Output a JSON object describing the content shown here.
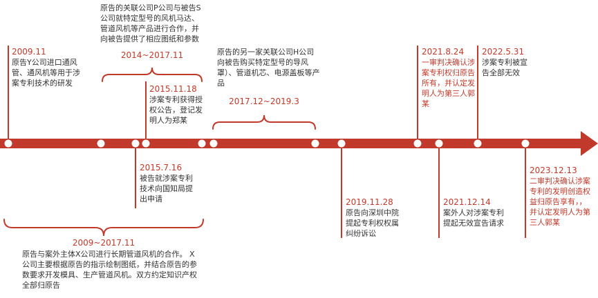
{
  "colors": {
    "timeline": "#c0392b",
    "text": "#333333",
    "accent": "#c0392b",
    "dot": "#ffffff"
  },
  "events": {
    "e2009_11": {
      "date": "2009.11",
      "text": "原告Y公司进口通风管、通风机等用于涉案专利技术的研发"
    },
    "e2014_2017": {
      "date": "2014~2017.11",
      "text": "原告的关联公司P公司与被告S公司就特定型号的风机马达、管道风机等产品进行合作，并向被告提供了相应图纸和参数"
    },
    "e2015_11_18": {
      "date": "2015.11.18",
      "text": "涉案专利获得授权公告，登记发明人为郑某"
    },
    "e2017_2019": {
      "date": "2017.12~2019.3",
      "text": "原告的另一家关联公司H公司向被告购买特定型号的导风罩）、管道机芯、电源盖板等产品"
    },
    "e2021_8_24": {
      "date": "2021.8.24",
      "text": "一审判决确认涉案专利权归原告所有，并认定发明人为第三人郭某"
    },
    "e2022_5_31": {
      "date": "2022.5.31",
      "text": "涉案专利被宣告全部无效"
    },
    "e2015_7_16": {
      "date": "2015.7.16",
      "text": "被告就涉案专利技术向国知局提出申请"
    },
    "e2019_11_28": {
      "date": "2019.11.28",
      "text": "原告向深圳中院提起专利权权属纠纷诉讼"
    },
    "e2021_12_14": {
      "date": "2021.12.14",
      "text": "案外人对涉案专利提起无效宣告请求"
    },
    "e2023_12_13": {
      "date": "2023.12.13",
      "text": "二审判决确认涉案专利的发明创造权益归原告享有，，并认定发明人为第三人郭某"
    },
    "e2009_2017": {
      "date": "2009~2017.11",
      "text": "原告与案外主体X公司进行长期管道风机的合作。 X公司主要根据原告的指示绘制图纸，并结合原告的参数要求开发模具、生产管道风机。双方约定知识产权全部归原告"
    }
  }
}
